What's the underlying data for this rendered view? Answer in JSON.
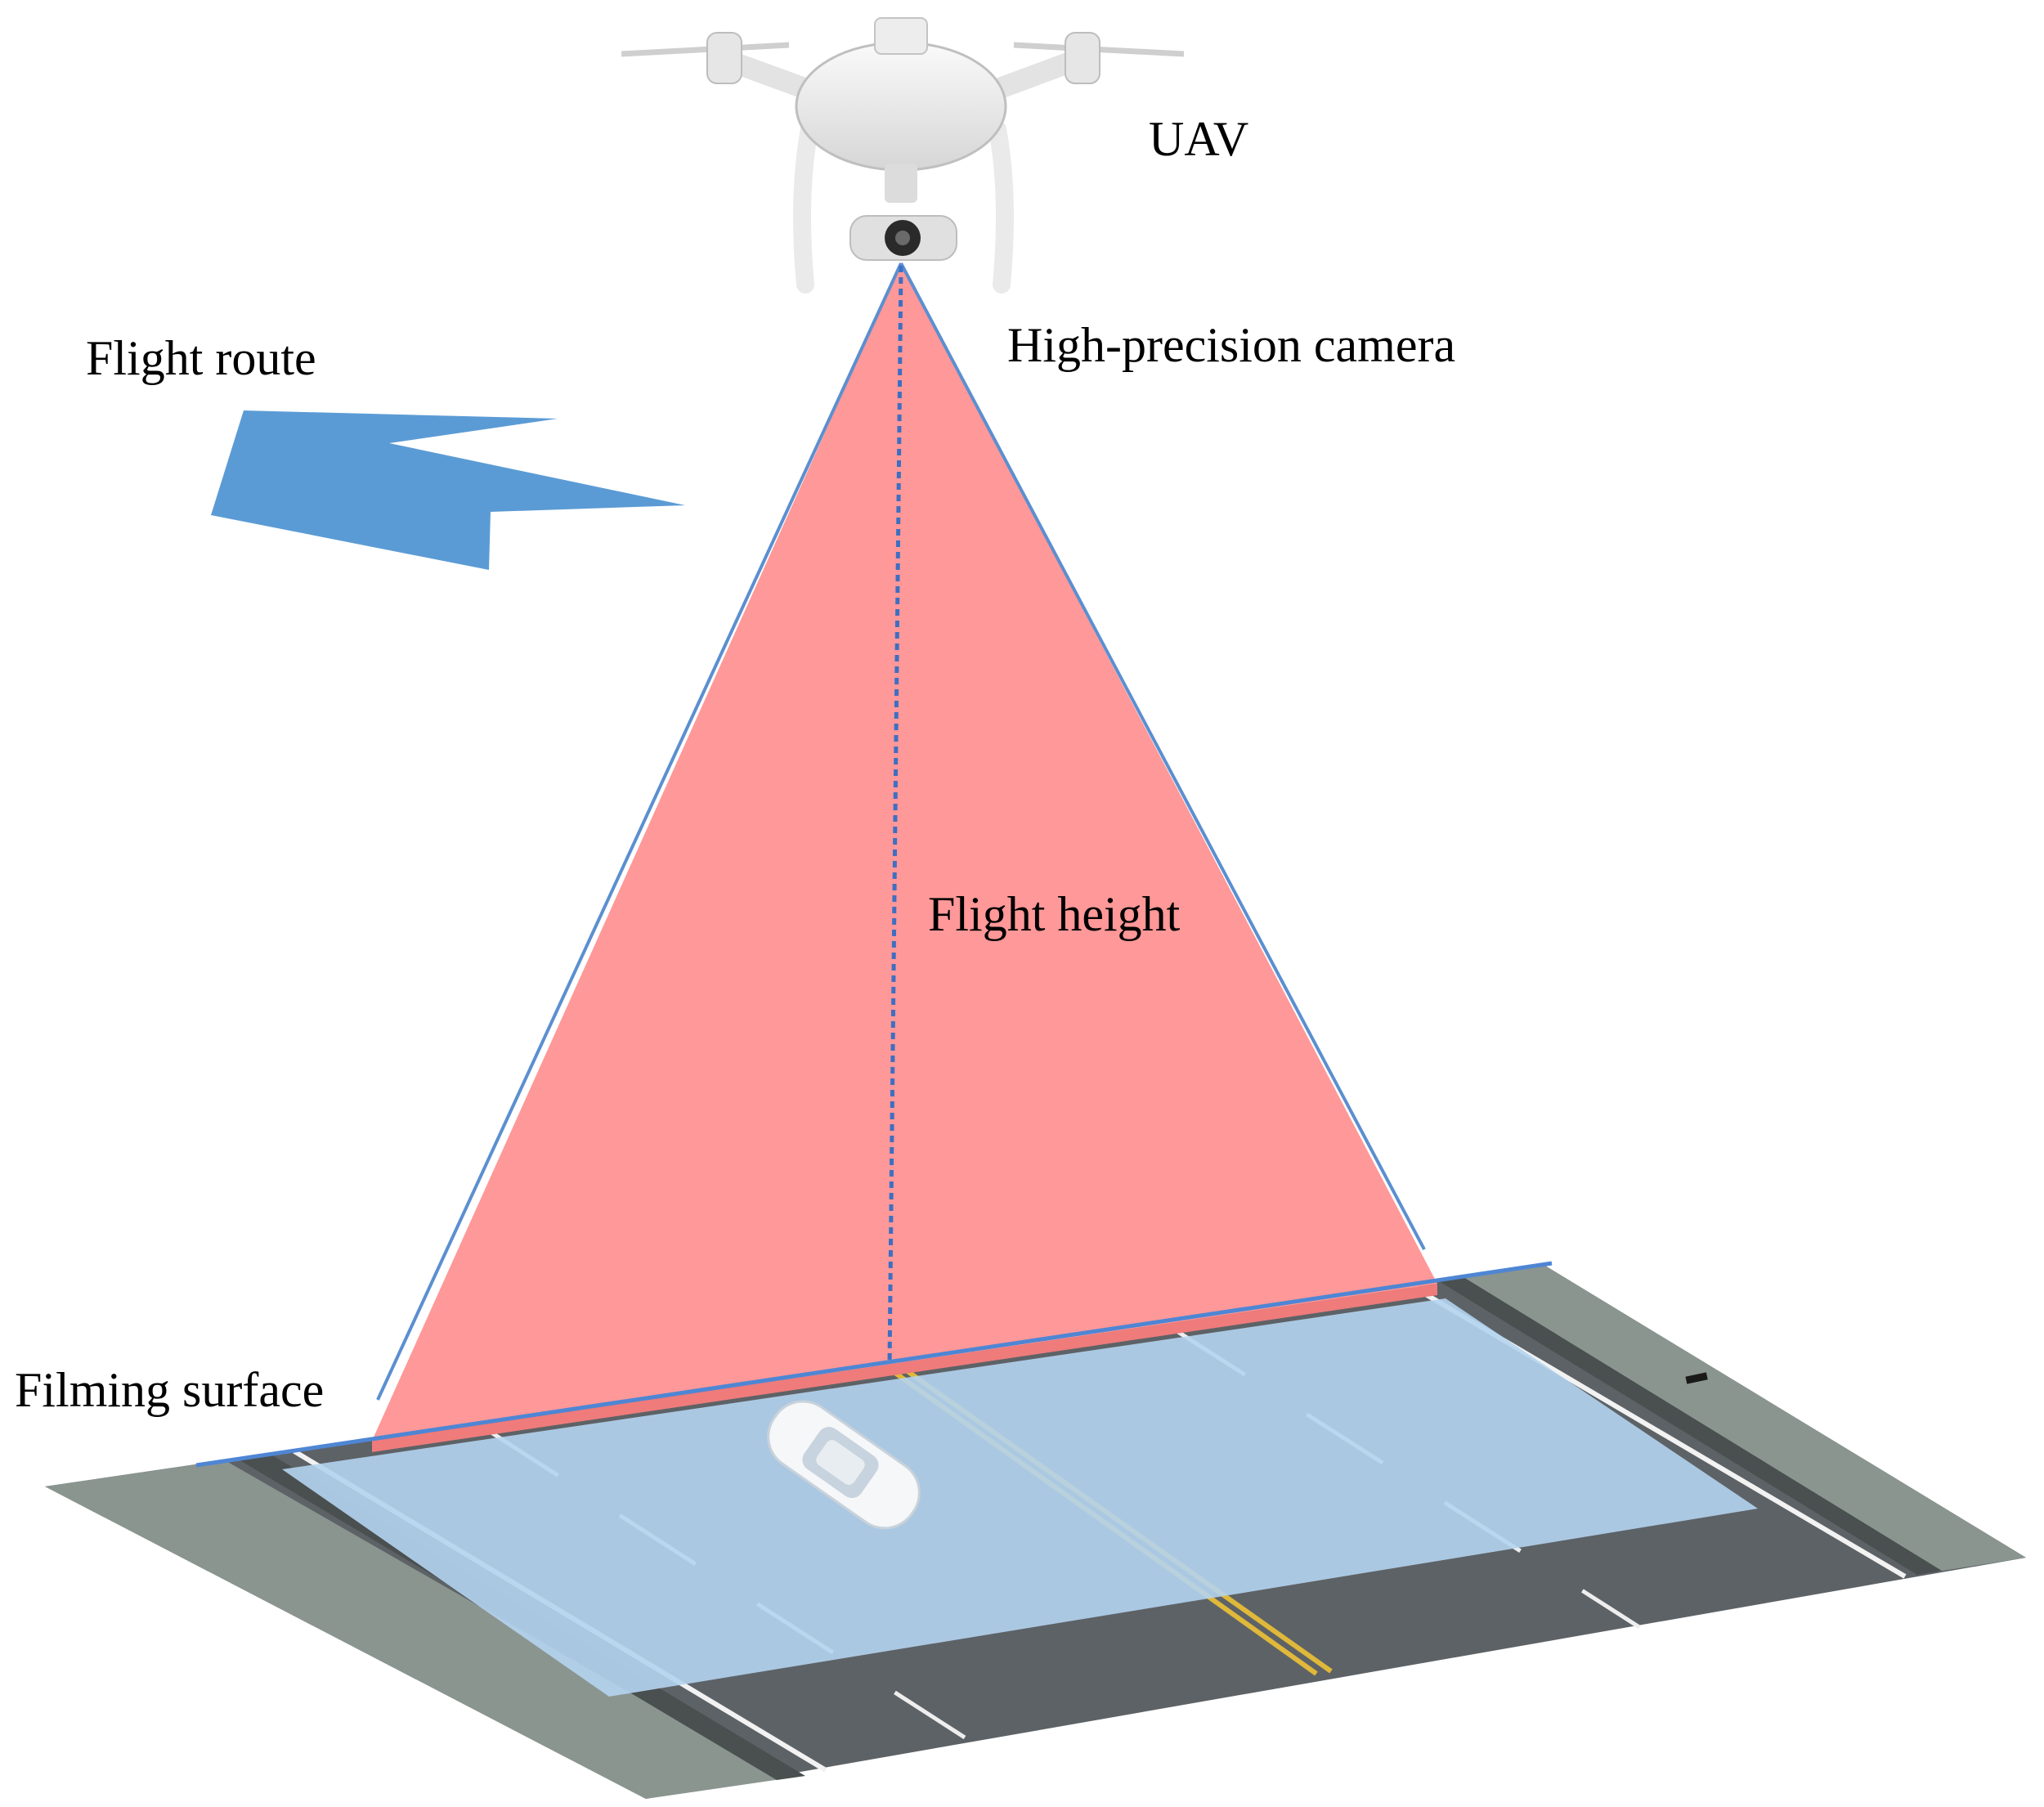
{
  "labels": {
    "uav": "UAV",
    "camera": "High-precision camera",
    "flight_route": "Flight route",
    "flight_height": "Flight height",
    "filming_surface": "Filming surface"
  },
  "colors": {
    "camera_cone": "#ff9898",
    "route_arrow": "#5b9bd5",
    "outline": "#5b8fd0",
    "capture_area": "#b4d4ef",
    "road_asphalt": "#5d6266",
    "road_margin": "#8a9590",
    "lane_marking": "#f2f2f2",
    "center_line": "#e0b83a"
  },
  "icons": {
    "drone": "quadcopter-drone-icon",
    "car": "car-icon"
  }
}
